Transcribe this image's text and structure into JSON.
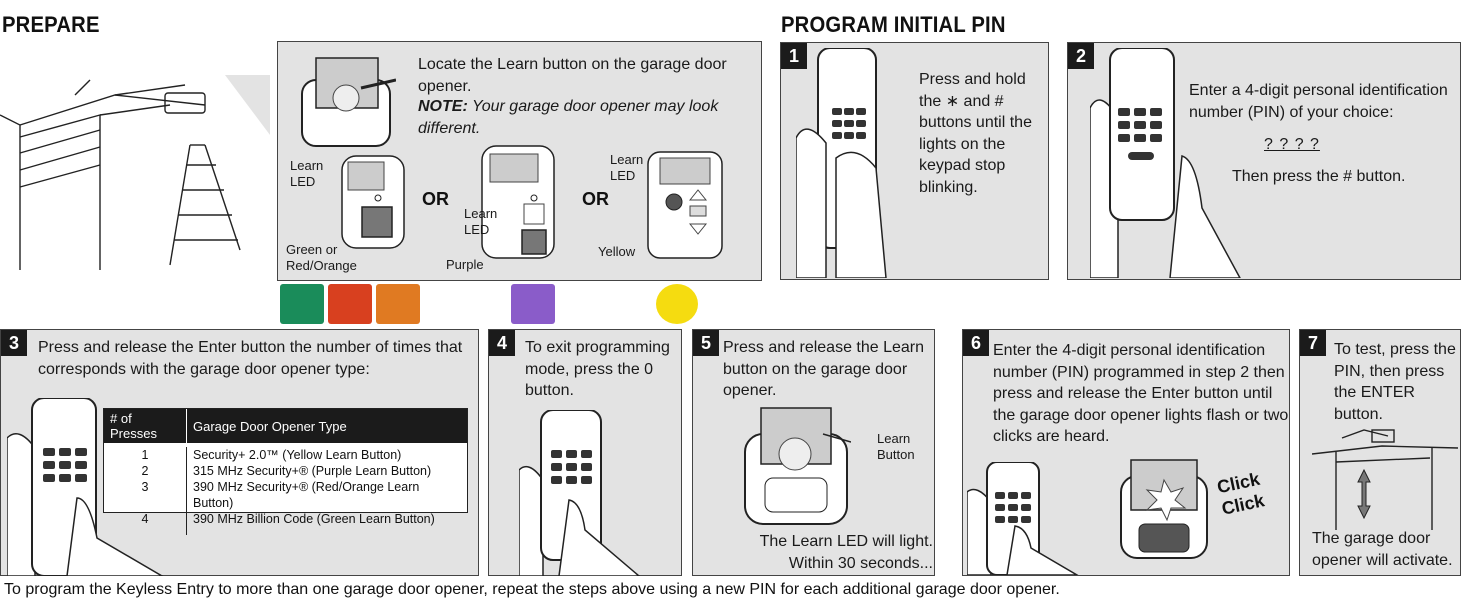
{
  "prepare": {
    "heading": "PREPARE",
    "instruction": "Locate the Learn button on the garage door opener.",
    "note_label": "NOTE:",
    "note_text": "Your garage door opener may look different.",
    "learn_led_1": "Learn LED",
    "learn_led_2": "Learn LED",
    "learn_led_3": "Learn LED",
    "or_1": "OR",
    "or_2": "OR",
    "color_1": "Green or Red/Orange",
    "color_2": "Purple",
    "color_3": "Yellow",
    "swatches": [
      "#1a8c5a",
      "#d8401f",
      "#e07a22",
      "#8a5cc9",
      "#f5dc10"
    ]
  },
  "program": {
    "heading": "PROGRAM INITIAL PIN",
    "steps": [
      {
        "num": "1",
        "text": "Press and hold the ∗ and # buttons until the lights on the keypad stop blinking."
      },
      {
        "num": "2",
        "text": "Enter a 4-digit personal identification number (PIN) of your choice:",
        "pin": "? ? ? ?",
        "after": "Then press the # button."
      },
      {
        "num": "3",
        "text": "Press and release the Enter button the number of times that corresponds with the garage door opener type:"
      },
      {
        "num": "4",
        "text": "To exit programming mode, press the 0 button."
      },
      {
        "num": "5",
        "text": "Press and release the Learn button on the garage door opener.",
        "label": "Learn Button",
        "after": "The Learn LED will light. Within 30 seconds..."
      },
      {
        "num": "6",
        "text": "Enter the 4-digit personal identification number (PIN) programmed in step 2 then press and release the Enter button until the garage door opener lights flash or two clicks are heard.",
        "click": "Click Click"
      },
      {
        "num": "7",
        "text": "To test, press the PIN, then press the ENTER button.",
        "after": "The garage door opener will activate."
      }
    ],
    "table": {
      "headers": [
        "# of Presses",
        "Garage Door Opener Type"
      ],
      "rows": [
        [
          "1",
          "Security+ 2.0™ (Yellow Learn Button)"
        ],
        [
          "2",
          "315 MHz Security+® (Purple Learn Button)"
        ],
        [
          "3",
          "390 MHz Security+® (Red/Orange Learn Button)"
        ],
        [
          "4",
          "390 MHz Billion Code (Green Learn Button)"
        ]
      ]
    }
  },
  "footer": "To program the Keyless Entry to more than one garage door opener, repeat the steps above using a new PIN for each additional garage door opener."
}
